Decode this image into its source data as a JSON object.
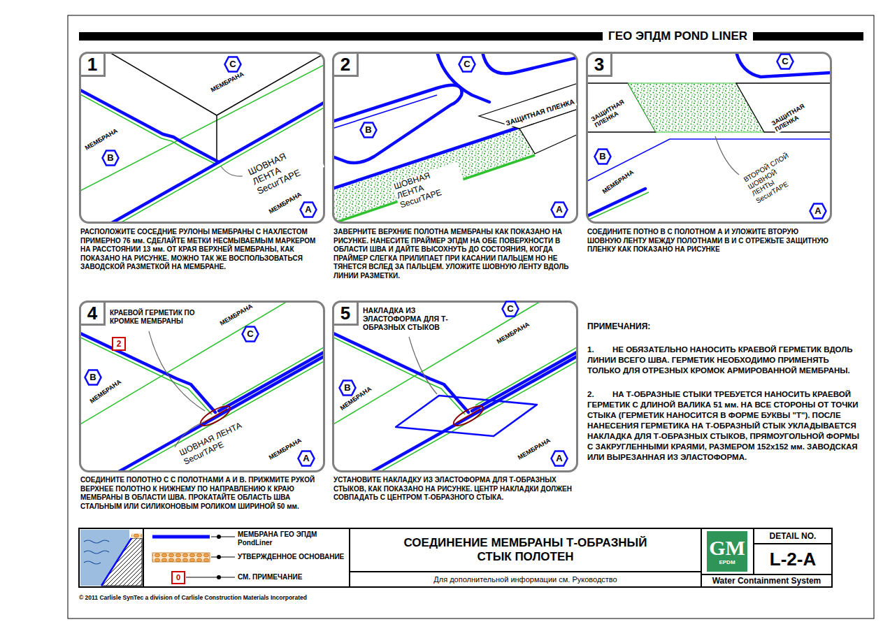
{
  "diagram": {
    "title": "СОЕДИНЕНИЕ МЕМБРАНЫ Т-ОБРАЗНЫЙ СТЫК ПОЛОТЕН",
    "nodes": [
      {
        "text": [
          "МЕМБРАНА",
          "МЕМБРАНА",
          "ШОВНАЯ ЛЕНТА SecurTAPE",
          "МЕМБРАНА"
        ]
      },
      {
        "text": [
          "1"
        ],
        "in": 0
      },
      {
        "text": [
          "C"
        ],
        "in": 0
      },
      {
        "text": [
          "B"
        ],
        "in": 0
      },
      {
        "text": [
          "A"
        ],
        "in": 0
      },
      {
        "text": [
          "ЗАЩИТНАЯ ПЛЕНКА",
          "ШОВНАЯ ЛЕНТА SecurTAPE"
        ]
      },
      {
        "text": [
          "2"
        ],
        "in": 5
      },
      {
        "text": [
          "C"
        ],
        "in": 5
      },
      {
        "text": [
          "B"
        ],
        "in": 5
      },
      {
        "text": [
          "A"
        ],
        "in": 5
      },
      {
        "text": [
          "ЗАЩИТНАЯ ПЛЕНКА",
          "ЗАЩИТНАЯ ПЛЕНКА",
          "МЕМБРАНА",
          "ВТОРОЙ СЛОЙ ШОВНОЙ ЛЕНТЫ SecurTAPE"
        ]
      },
      {
        "text": [
          "3"
        ],
        "in": 10
      },
      {
        "text": [
          "C"
        ],
        "in": 10
      },
      {
        "text": [
          "B"
        ],
        "in": 10
      },
      {
        "text": [
          "A"
        ],
        "in": 10
      },
      {
        "text": [
          "КРАЕВОЙ ГЕРМЕТИК ПО КРОМКЕ МЕМБРАНЫ",
          "МЕМБРАНА",
          "МЕМБРАНА",
          "ШОВНАЯ ЛЕНТА SecurTAPE",
          "МЕМБРАНА"
        ]
      },
      {
        "text": [
          "4"
        ],
        "in": 15
      },
      {
        "text": [
          "2"
        ],
        "in": 15
      },
      {
        "text": [
          "C"
        ],
        "in": 15
      },
      {
        "text": [
          "B"
        ],
        "in": 15
      },
      {
        "text": [
          "A"
        ],
        "in": 15
      },
      {
        "text": [
          "НАКЛАДКА ИЗ ЭЛАСТОФОРМА ДЛЯ Т-ОБРАЗНЫХ СТЫКОВ",
          "МЕМБРАНА",
          "МЕМБРАНА",
          "МЕМБРАНА"
        ]
      },
      {
        "text": [
          "5"
        ],
        "in": 21
      },
      {
        "text": [
          "C"
        ],
        "in": 21
      },
      {
        "text": [
          "B"
        ],
        "in": 21
      },
      {
        "text": [
          "A"
        ],
        "in": 21
      },
      {
        "text": [
          "Для дополнительной информации см. Руководство"
        ]
      },
      {
        "text": [
          "GM",
          "EPDM"
        ]
      },
      {
        "text": [
          "DETAIL NO.",
          "L-2-A"
        ]
      }
    ],
    "labels": [
      "ГЕО ЭПДМ POND LINER",
      "РАСПОЛОЖИТЕ СОСЕДНИЕ РУЛОНЫ МЕМБРАНЫ С НАХЛЕСТОМ ПРИМЕРНО 76 мм. СДЕЛАЙТЕ МЕТКИ НЕСМЫВАЕМЫМ МАРКЕРОМ НА РАССТОЯНИИ 13 мм. ОТ КРАЯ ВЕРХНЕЙ МЕМБРАНЫ, КАК ПОКАЗАНО НА РИСУНКЕ. МОЖНО ТАК ЖЕ ВОСПОЛЬЗОВАТЬСЯ ЗАВОДСКОЙ РАЗМЕТКОЙ НА МЕМБРАНЕ.",
      "ЗАВЕРНИТЕ ВЕРХНИЕ ПОЛОТНА МЕМБРАНЫ КАК ПОКАЗАНО НА РИСУНКЕ. НАНЕСИТЕ ПРАЙМЕР ЭПДМ НА ОБЕ ПОВЕРХНОСТИ В ОБЛАСТИ ШВА И ДАЙТЕ ВЫСОХНУТЬ ДО СОСТОЯНИЯ, КОГДА ПРАЙМЕР СЛЕГКА ПРИЛИПАЕТ ПРИ КАСАНИИ ПАЛЬЦЕМ НО НЕ ТЯНЕТСЯ ВСЛЕД ЗА ПАЛЬЦЕМ. УЛОЖИТЕ ШОВНУЮ ЛЕНТУ ВДОЛЬ ЛИНИИ РАЗМЕТКИ.",
      "СОЕДИНИТЕ ПОТНО В С ПОЛОТНОМ А И УЛОЖИТЕ ВТОРУЮ ШОВНУЮ ЛЕНТУ МЕЖДУ ПОЛОТНАМИ В И С ОТРЕЖЬТЕ ЗАЩИТНУЮ ПЛЕНКУ КАК ПОКАЗАНО НА РИСУНКЕ",
      "СОЕДИНИТЕ ПОЛОТНО С С ПОЛОТНАМИ А И В. ПРИЖМИТЕ РУКОЙ ВЕРХНЕЕ ПОЛОТНО К НИЖНЕМУ ПО НАПРАВЛЕНИЮ К КРАЮ МЕМБРАНЫ В ОБЛАСТИ ШВА. ПРОКАТАЙТЕ ОБЛАСТЬ ШВА СТАЛЬНЫМ ИЛИ СИЛИКОНОВЫМ РОЛИКОМ ШИРИНОЙ 50 мм.",
      "УСТАНОВИТЕ НАКЛАДКУ ИЗ ЭЛАСТОФОРМА ДЛЯ Т-ОБРАЗНЫХ СТЫКОВ, КАК ПОКАЗАНО НА РИСУНКЕ. ЦЕНТР НАКЛАДКИ ДОЛЖЕН СОВПАДАТЬ С ЦЕНТРОМ Т-ОБРАЗНОГО СТЫКА.",
      "ПРИМЕЧАНИЯ:",
      "1.",
      "НЕ ОБЯЗАТЕЛЬНО НАНОСИТЬ КРАЕВОЙ ГЕРМЕТИК ВДОЛЬ ЛИНИИ ВСЕГО ШВА. ГЕРМЕТИК НЕОБХОДИМО ПРИМЕНЯТЬ ТОЛЬКО ДЛЯ ОТРЕЗНЫХ КРОМОК АРМИРОВАННОЙ МЕМБРАНЫ.",
      "2.",
      "НА Т-ОБРАЗНЫЕ СТЫКИ ТРЕБУЕТСЯ НАНОСИТЬ КРАЕВОЙ ГЕРМЕТИК С ДЛИНОЙ ВАЛИКА 51 мм. НА ВСЕ СТОРОНЫ ОТ ТОЧКИ СТЫКА (ГЕРМЕТИК НАНОСИТСЯ В ФОРМЕ БУКВЫ \"Т\"). ПОСЛЕ НАНЕСЕНИЯ ГЕРМЕТИКА НА Т-ОБРАЗНЫЙ СТЫК УКЛАДЫВАЕТСЯ НАКЛАДКА ДЛЯ Т-ОБРАЗНЫХ СТЫКОВ, ПРЯМОУГОЛЬНОЙ ФОРМЫ С ЗАКРУГЛЕННЫМИ КРАЯМИ, РАЗМЕРОМ 152x152 мм. ЗАВОДСКАЯ ИЛИ ВЫРЕЗАННАЯ ИЗ ЭЛАСТОФОРМА.",
      "0",
      "Water Containment System",
      "© 2011 Carlisle SynTec a division of Carlisle Construction Materials Incorporated"
    ],
    "legend": [
      {
        "text": "МЕМБРАНА ГЕО ЭПДМ PondLiner"
      },
      {
        "text": "УТВЕРЖДЕННОЕ ОСНОВАНИЕ"
      },
      {
        "text": "СМ. ПРИМЕЧАНИЕ"
      }
    ]
  }
}
